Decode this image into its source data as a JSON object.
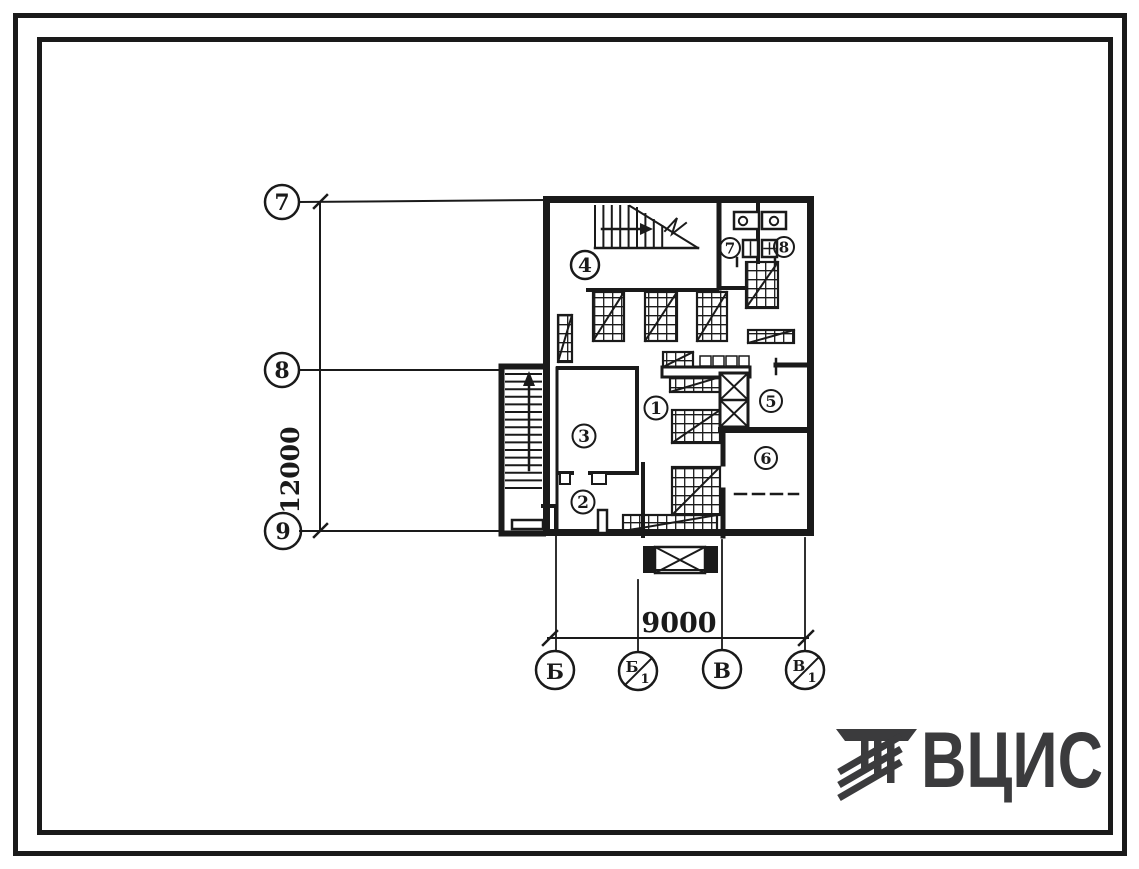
{
  "meta": {
    "drawing_type": "architectural floor plan",
    "ink_color": "#1a1a1a",
    "paper_color": "#ffffff",
    "logo_color": "#3b3b3d"
  },
  "axes": {
    "left": [
      {
        "label": "7"
      },
      {
        "label": "8"
      },
      {
        "label": "9"
      }
    ],
    "bottom": [
      {
        "label": "Б",
        "index": ""
      },
      {
        "label": "Б",
        "index": "1"
      },
      {
        "label": "В",
        "index": ""
      },
      {
        "label": "В",
        "index": "1"
      }
    ]
  },
  "dimensions": {
    "vertical": "12000",
    "horizontal": "9000"
  },
  "rooms": [
    {
      "number": "1"
    },
    {
      "number": "2"
    },
    {
      "number": "3"
    },
    {
      "number": "4"
    },
    {
      "number": "5"
    },
    {
      "number": "6"
    },
    {
      "number": "7"
    },
    {
      "number": "8"
    }
  ],
  "logo": {
    "text": "ВЦИС"
  }
}
